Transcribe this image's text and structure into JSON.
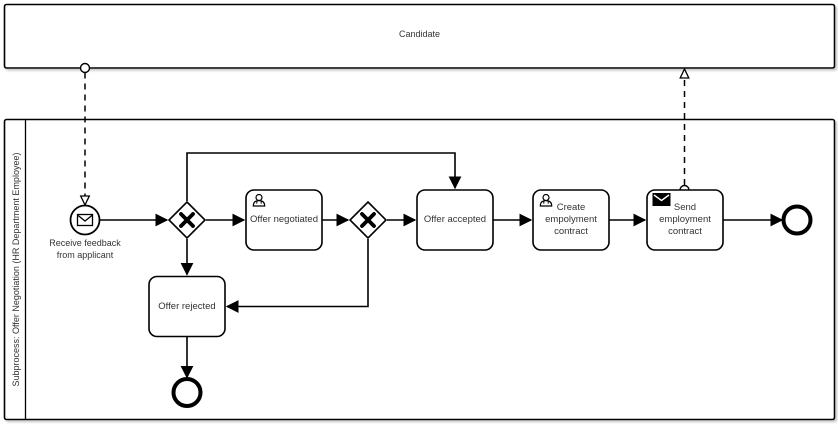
{
  "diagram_type": "BPMN collaboration diagram",
  "pools": {
    "candidate": {
      "label": "Candidate",
      "collapsed": true
    },
    "hr": {
      "label": "Subprocess: Offer Negotiation (HR Department Employee)"
    }
  },
  "nodes": {
    "start_event": {
      "type": "message-start-event",
      "label": "Receive feedback from applicant"
    },
    "gateway_split": {
      "type": "exclusive-gateway",
      "label": ""
    },
    "task_offer_negotiated": {
      "type": "user-task",
      "label": "Offer negotiated",
      "icon": "user-icon"
    },
    "gateway_decision": {
      "type": "exclusive-gateway",
      "label": ""
    },
    "task_offer_accepted": {
      "type": "task",
      "label": "Offer accepted"
    },
    "task_create_contract": {
      "type": "user-task",
      "label": "Create empolyment contract",
      "icon": "user-icon"
    },
    "task_send_contract": {
      "type": "send-task",
      "label": "Send employment contract",
      "icon": "message-icon"
    },
    "task_offer_rejected": {
      "type": "task",
      "label": "Offer rejected"
    },
    "end_event_main": {
      "type": "end-event",
      "label": ""
    },
    "end_event_rejected": {
      "type": "end-event",
      "label": ""
    }
  },
  "flows": {
    "sequence": [
      {
        "from": "start_event",
        "to": "gateway_split"
      },
      {
        "from": "gateway_split",
        "to": "task_offer_negotiated"
      },
      {
        "from": "gateway_split",
        "to": "task_offer_accepted"
      },
      {
        "from": "gateway_split",
        "to": "task_offer_rejected"
      },
      {
        "from": "task_offer_negotiated",
        "to": "gateway_decision"
      },
      {
        "from": "gateway_decision",
        "to": "task_offer_accepted"
      },
      {
        "from": "gateway_decision",
        "to": "task_offer_rejected"
      },
      {
        "from": "task_offer_accepted",
        "to": "task_create_contract"
      },
      {
        "from": "task_create_contract",
        "to": "task_send_contract"
      },
      {
        "from": "task_send_contract",
        "to": "end_event_main"
      },
      {
        "from": "task_offer_rejected",
        "to": "end_event_rejected"
      }
    ],
    "message": [
      {
        "from": "pool_candidate",
        "to": "start_event"
      },
      {
        "from": "task_send_contract",
        "to": "pool_candidate"
      }
    ]
  },
  "colors": {
    "stroke": "#000000",
    "shape_fill": "#ffffff",
    "text": "#333333",
    "shadow": "#999999"
  }
}
